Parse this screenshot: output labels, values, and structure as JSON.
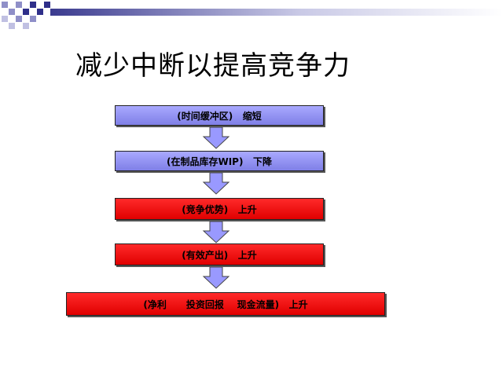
{
  "slide": {
    "title": "减少中断以提高竞争力"
  },
  "flow": {
    "steps": [
      {
        "label": "(时间缓冲区)   缩短",
        "color": "#9999ff"
      },
      {
        "label": "(在制品库存WIP)   下降",
        "color": "#9999ff"
      },
      {
        "label": "(竞争优势)   上升",
        "color": "#ff0000"
      },
      {
        "label": "(有效产出)   上升",
        "color": "#ff0000"
      },
      {
        "label": "(净利      投资回报    现金流量)   上升",
        "color": "#ff0000"
      }
    ],
    "arrow_color": "#9999ff",
    "ribbon_color": "#3333aa"
  }
}
